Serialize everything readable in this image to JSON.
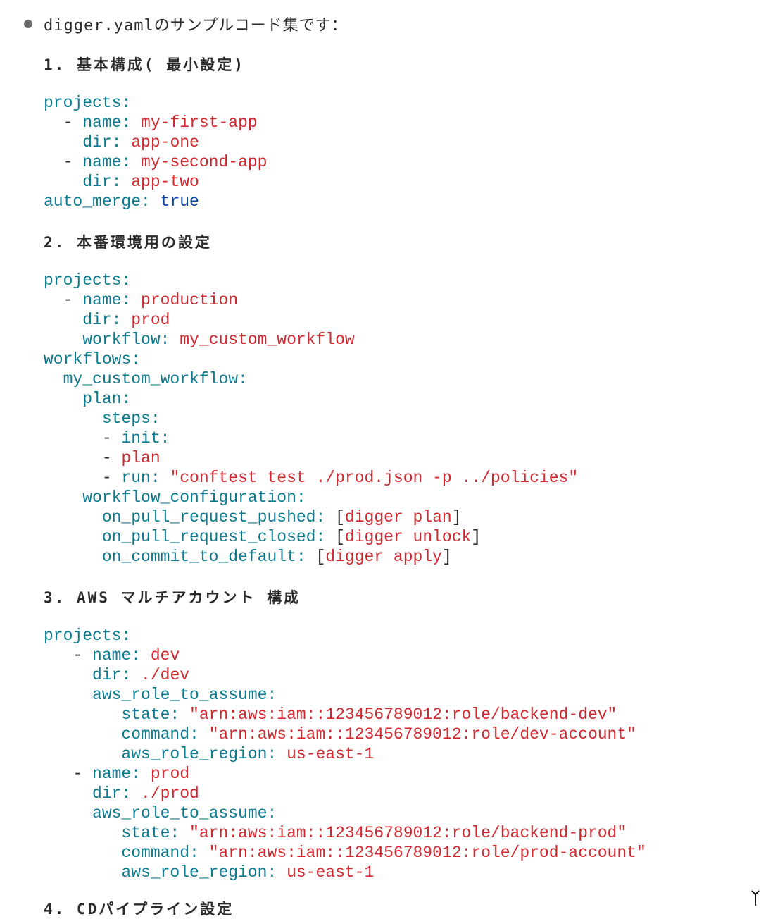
{
  "intro": {
    "text": "digger.yamlのサンプルコード集です："
  },
  "sections": [
    {
      "heading": "1. 基本構成( 最小設定)",
      "lines": [
        [
          {
            "t": "k",
            "s": "projects:"
          }
        ],
        [
          {
            "t": "p",
            "s": "  - "
          },
          {
            "t": "k",
            "s": "name: "
          },
          {
            "t": "v",
            "s": "my-first-app"
          }
        ],
        [
          {
            "t": "p",
            "s": "    "
          },
          {
            "t": "k",
            "s": "dir: "
          },
          {
            "t": "v",
            "s": "app-one"
          }
        ],
        [
          {
            "t": "p",
            "s": "  - "
          },
          {
            "t": "k",
            "s": "name: "
          },
          {
            "t": "v",
            "s": "my-second-app"
          }
        ],
        [
          {
            "t": "p",
            "s": "    "
          },
          {
            "t": "k",
            "s": "dir: "
          },
          {
            "t": "v",
            "s": "app-two"
          }
        ],
        [
          {
            "t": "k",
            "s": "auto_merge: "
          },
          {
            "t": "b",
            "s": "true"
          }
        ]
      ]
    },
    {
      "heading": "2. 本番環境用の設定",
      "lines": [
        [
          {
            "t": "k",
            "s": "projects:"
          }
        ],
        [
          {
            "t": "p",
            "s": "  - "
          },
          {
            "t": "k",
            "s": "name: "
          },
          {
            "t": "v",
            "s": "production"
          }
        ],
        [
          {
            "t": "p",
            "s": "    "
          },
          {
            "t": "k",
            "s": "dir: "
          },
          {
            "t": "v",
            "s": "prod"
          }
        ],
        [
          {
            "t": "p",
            "s": "    "
          },
          {
            "t": "k",
            "s": "workflow: "
          },
          {
            "t": "v",
            "s": "my_custom_workflow"
          }
        ],
        [
          {
            "t": "k",
            "s": "workflows:"
          }
        ],
        [
          {
            "t": "p",
            "s": "  "
          },
          {
            "t": "k",
            "s": "my_custom_workflow:"
          }
        ],
        [
          {
            "t": "p",
            "s": "    "
          },
          {
            "t": "k",
            "s": "plan:"
          }
        ],
        [
          {
            "t": "p",
            "s": "      "
          },
          {
            "t": "k",
            "s": "steps:"
          }
        ],
        [
          {
            "t": "p",
            "s": "      - "
          },
          {
            "t": "k",
            "s": "init:"
          }
        ],
        [
          {
            "t": "p",
            "s": "      - "
          },
          {
            "t": "v",
            "s": "plan"
          }
        ],
        [
          {
            "t": "p",
            "s": "      - "
          },
          {
            "t": "k",
            "s": "run: "
          },
          {
            "t": "v",
            "s": "\"conftest test ./prod.json -p ../policies\""
          }
        ],
        [
          {
            "t": "p",
            "s": "    "
          },
          {
            "t": "k",
            "s": "workflow_configuration:"
          }
        ],
        [
          {
            "t": "p",
            "s": "      "
          },
          {
            "t": "k",
            "s": "on_pull_request_pushed: "
          },
          {
            "t": "p",
            "s": "["
          },
          {
            "t": "v",
            "s": "digger plan"
          },
          {
            "t": "p",
            "s": "]"
          }
        ],
        [
          {
            "t": "p",
            "s": "      "
          },
          {
            "t": "k",
            "s": "on_pull_request_closed: "
          },
          {
            "t": "p",
            "s": "["
          },
          {
            "t": "v",
            "s": "digger unlock"
          },
          {
            "t": "p",
            "s": "]"
          }
        ],
        [
          {
            "t": "p",
            "s": "      "
          },
          {
            "t": "k",
            "s": "on_commit_to_default: "
          },
          {
            "t": "p",
            "s": "["
          },
          {
            "t": "v",
            "s": "digger apply"
          },
          {
            "t": "p",
            "s": "]"
          }
        ]
      ]
    },
    {
      "heading": "3. AWS マルチアカウント 構成",
      "lines": [
        [
          {
            "t": "k",
            "s": "projects:"
          }
        ],
        [
          {
            "t": "p",
            "s": "   - "
          },
          {
            "t": "k",
            "s": "name: "
          },
          {
            "t": "v",
            "s": "dev"
          }
        ],
        [
          {
            "t": "p",
            "s": "     "
          },
          {
            "t": "k",
            "s": "dir: "
          },
          {
            "t": "v",
            "s": "./dev"
          }
        ],
        [
          {
            "t": "p",
            "s": "     "
          },
          {
            "t": "k",
            "s": "aws_role_to_assume:"
          }
        ],
        [
          {
            "t": "p",
            "s": "        "
          },
          {
            "t": "k",
            "s": "state: "
          },
          {
            "t": "v",
            "s": "\"arn:aws:iam::123456789012:role/backend-dev\""
          }
        ],
        [
          {
            "t": "p",
            "s": "        "
          },
          {
            "t": "k",
            "s": "command: "
          },
          {
            "t": "v",
            "s": "\"arn:aws:iam::123456789012:role/dev-account\""
          }
        ],
        [
          {
            "t": "p",
            "s": "        "
          },
          {
            "t": "k",
            "s": "aws_role_region: "
          },
          {
            "t": "v",
            "s": "us-east-1"
          }
        ],
        [
          {
            "t": "p",
            "s": "   - "
          },
          {
            "t": "k",
            "s": "name: "
          },
          {
            "t": "v",
            "s": "prod"
          }
        ],
        [
          {
            "t": "p",
            "s": "     "
          },
          {
            "t": "k",
            "s": "dir: "
          },
          {
            "t": "v",
            "s": "./prod"
          }
        ],
        [
          {
            "t": "p",
            "s": "     "
          },
          {
            "t": "k",
            "s": "aws_role_to_assume:"
          }
        ],
        [
          {
            "t": "p",
            "s": "        "
          },
          {
            "t": "k",
            "s": "state: "
          },
          {
            "t": "v",
            "s": "\"arn:aws:iam::123456789012:role/backend-prod\""
          }
        ],
        [
          {
            "t": "p",
            "s": "        "
          },
          {
            "t": "k",
            "s": "command: "
          },
          {
            "t": "v",
            "s": "\"arn:aws:iam::123456789012:role/prod-account\""
          }
        ],
        [
          {
            "t": "p",
            "s": "        "
          },
          {
            "t": "k",
            "s": "aws_role_region: "
          },
          {
            "t": "v",
            "s": "us-east-1"
          }
        ]
      ]
    }
  ],
  "clipped_heading": "4. CDパイプライン設定",
  "colors": {
    "key": "#0c7a8f",
    "value": "#d0282f",
    "boolean": "#0d47a1",
    "text": "#2b2b2b"
  }
}
